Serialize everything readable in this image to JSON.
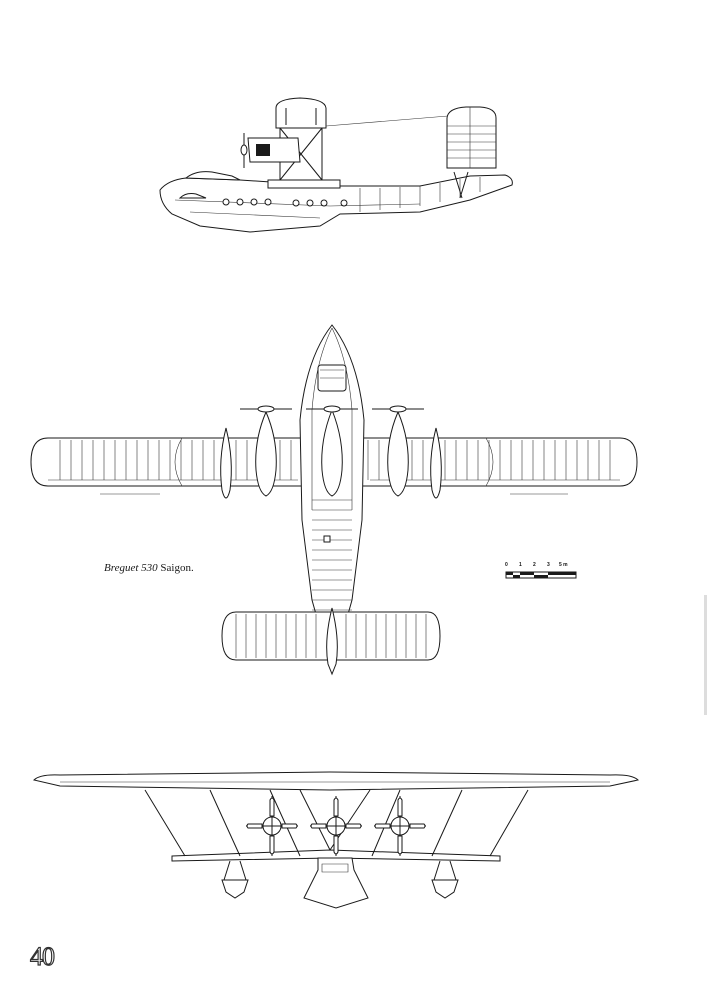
{
  "caption": {
    "aircraft": "Breguet 530",
    "name": "Saigon."
  },
  "scale_bar": {
    "labels": [
      "0",
      "1",
      "2",
      "3",
      "5 m"
    ]
  },
  "page_number": "40"
}
